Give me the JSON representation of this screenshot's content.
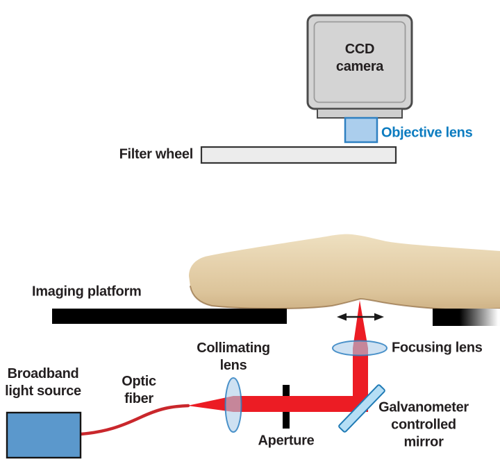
{
  "diagram": {
    "type": "optical-imaging-system-schematic",
    "detection_arm": {
      "camera_label": "CCD\ncamera",
      "objective_label": "Objective lens",
      "filter_label": "Filter wheel"
    },
    "sample_stage": {
      "platform_label": "Imaging platform"
    },
    "illumination_arm": {
      "source_label": "Broadband\nlight source",
      "fiber_label": "Optic\nfiber",
      "collimating_label": "Collimating\nlens",
      "aperture_label": "Aperture",
      "galvo_label": "Galvanometer\ncontrolled mirror",
      "focusing_label": "Focusing lens"
    },
    "colors": {
      "beam_red": "#ec1c24",
      "fiber_red": "#c9272c",
      "lens_fill": "#adcde9",
      "lens_stroke": "#2e80c1",
      "mirror_fill": "#b5def5",
      "mirror_stroke": "#1f7ab5",
      "source_box_fill": "#5b98cc",
      "camera_fill": "#d4d4d4",
      "filter_wheel_fill": "#ececec",
      "platform_black": "#000000",
      "finger_skin": "#e0caa3",
      "label_blue": "#0c7cc0",
      "label_black": "#231f20"
    }
  }
}
